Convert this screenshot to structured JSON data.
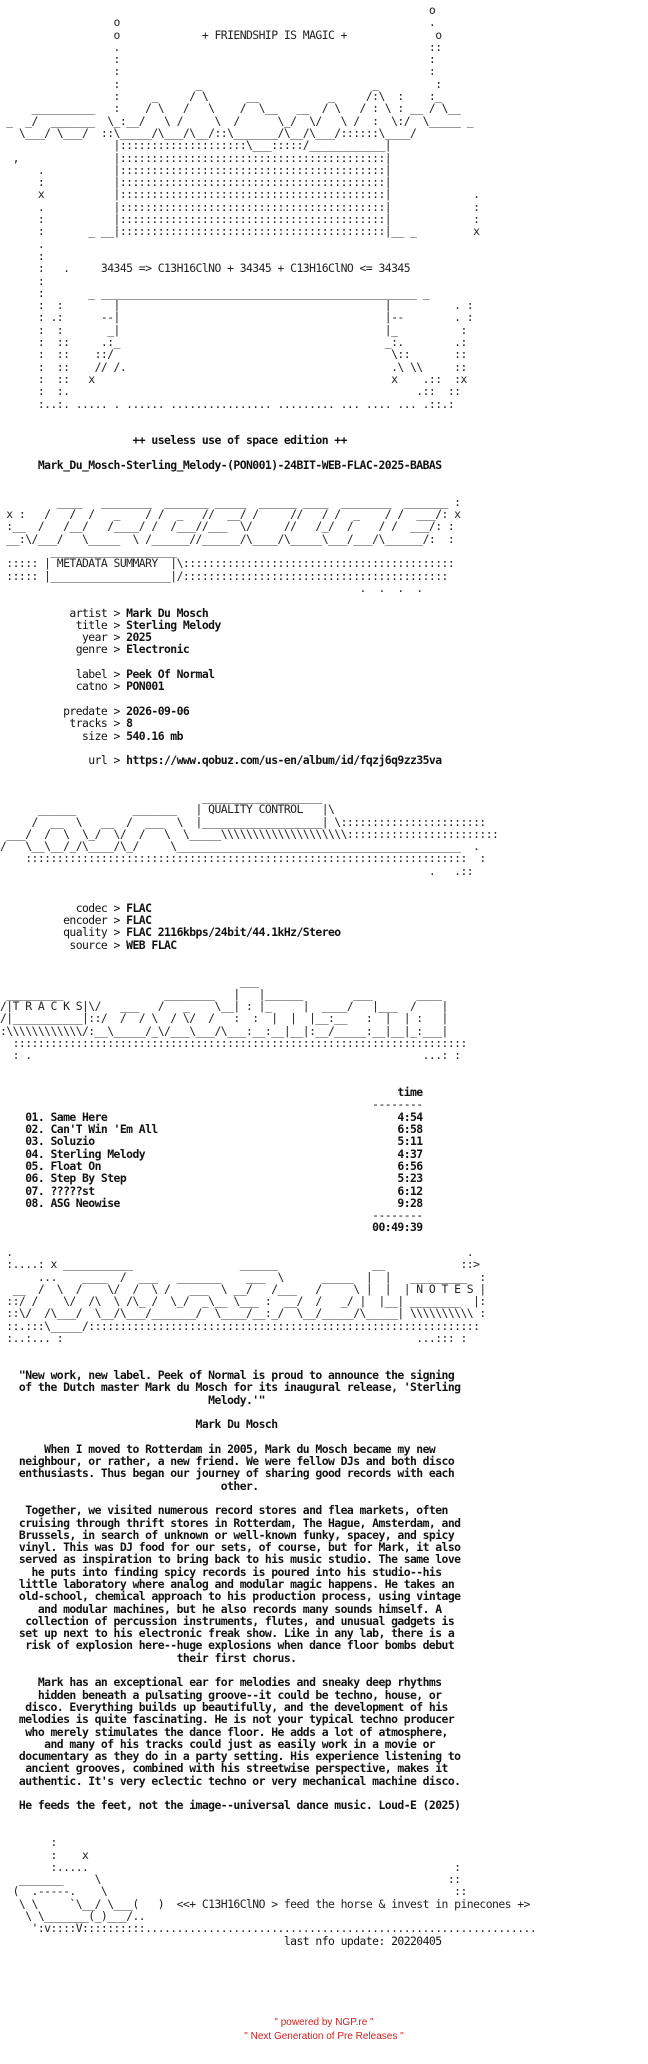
{
  "art": {
    "header": [
      "                                                                    o",
      "                  o                                                 .",
      "                  o             + FRIENDSHIP IS MAGIC +              o",
      "                  .                                                 ::",
      "                  :                                                 :",
      "                  :                                                 :",
      "                  :            _                           _         :",
      "                  :     _     / \\      __           _     /:\\  :    :_",
      "     __________   :    / \\   /   \\    /  \\__   __  / \\   / : \\ : __ / \\__",
      " _  _/  _______  \\_:__/   \\ /     \\  /      \\_/  \\/   \\ /  :  \\:/  \\_____ _",
      "   \\___/ \\___/  ::\\_____/\\___/\\__/::\\_______/\\__/\\___/::::::\\____/",
      "                  |::::::::::::::::::::\\___:::::/____________|",
      "  ,               |::::::::::::::::::::::::::::::::::::::::::|",
      "      .           |::::::::::::::::::::::::::::::::::::::::::|",
      "      :           |::::::::::::::::::::::::::::::::::::::::::|",
      "      x           |::::::::::::::::::::::::::::::::::::::::::|             .",
      "      .           |::::::::::::::::::::::::::::::::::::::::::|             :",
      "      :           |::::::::::::::::::::::::::::::::::::::::::|             :",
      "      :       _ __|::::::::::::::::::::::::::::::::::::::::::|__ _         x",
      "      .",
      "      :",
      "      :   .     34345 => C13H16ClNO + 34345 + C13H16ClNO <= 34345",
      "      :",
      "      :       _ __________________________________________________ _",
      "      :  :        |                                          |          . :",
      "      : .:      --|                                          |--        . :",
      "      :  :       _|                                          |_          :",
      "      :  ::     .:_                                          _:.        .:",
      "      :  ::    ::/                                            \\::       ::",
      "      :  ::    // /.                                          .\\ \\\\     ::",
      "      :  ::   x                                               x    .::  :x",
      "      :  :.                                                       .::  ::",
      "      :..:. ..... . ...... ................ ......... ... .... ... .::.:"
    ],
    "tracks_banner": [
      "                                      ___",
      " _________                ________   |   |______        ___       ____",
      "/|T R A C K S|\\/   ___   /   _    \\__| : |_     |  ____/   |___  /    |",
      "/|___________|::/  /  / \\  / \\/  /   :  :  |  |  |__:__   :  |  | :   |",
      ":\\\\\\\\\\\\\\\\\\\\\\\\/:__\\_____/_\\/___\\___/\\___:__:__|__|:__/_____:__|__|_:___|",
      "  ::::::::::::::::::::::::::::::::::::::::::::::::::::::::::::::::::::::::",
      "  : .                                                              ...: :"
    ],
    "metadata_banner": [
      "         ____   ________  _______ _____  ______ ____  ________  _______ :",
      " x :   /   /  /   _    / /  _   //  __/ /     //   / /  _    / /  ___/: x",
      " :__  /   /__/   /____/ /  /___//___  \\/     //   /_/  /    / /  ___/: :",
      " __:\\/___/   \\_____  \\ /______//______/\\____/\\_____\\___/___/\\______/:  :",
      "        ____________________",
      " ::::: | METADATA SUMMARY  |\\:::::::::::::::::::::::::::::::::::::::::::",
      " ::::: |___________________|/::::::::::::::::::::::::::::::::::::::::::",
      "                                                         .  .  .  ."
    ],
    "quality_banner": [
      "                                ___________________",
      "      ______         _______   | QUALITY CONTROL   |\\",
      "     /  __  \\   __  /  ___  \\  |___________________| \\:::::::::::::::::::::::",
      " ___/  /  \\  \\_/  \\/  /   \\  \\_____\\\\\\\\\\\\\\\\\\\\\\\\\\\\\\\\\\\\\\\\::::::::::::::::::::::::",
      "/   \\__\\__/_/\\____/\\_/     \\_____________________________________________  .",
      "    ::::::::::::::::::::::::::::::::::::::::::::::::::::::::::::::::::::::  :",
      "                                                                    .   .::"
    ],
    "notes_banner": [
      " .                                                                        .",
      " :....: x ___________                 ______               __            ::>",
      "      ...    ____  /  ___   _______    ___  \\      _____  |  |   _________  :",
      "  __  /  \\  /    \\/  /  \\ /   ___  \\ __/   /___   /     \\ |  |  | N O T E S |",
      " ::/ /    \\/  /\\  \\ /\\_ /  \\_/  _\\__ \\___ :  __/  /   _/ |  |__| ________  |:",
      " ::\\/  /\\___/  \\__/\\___/_______/  \\____/__:_/  \\__/_____/\\_____| \\\\\\\\\\\\\\\\\\\\ :",
      " ::.:::\\_____/::::::::::::::::::::::::::::::::::::::::::::::::::::::::::::::",
      " :..:... :                                                        ...::: :"
    ],
    "closer": [
      "        :",
      "        :    x",
      "        :.....                                                          :",
      "   _______     \\                                                       ::",
      "  (  .-----.    \\                                                       ::",
      "   \\ \\     `\\__/ \\___(   )  <<+ C13H16ClNO > feed the horse & invest in pinecones +>",
      "    \\ \\_______(_)___/..",
      "     ':v::::V::::::::::.............................................................."
    ]
  },
  "release": {
    "edition": "++ useless use of space edition ++",
    "name": "Mark_Du_Mosch-Sterling_Melody-(PON001)-24BIT-WEB-FLAC-2025-BABAS"
  },
  "metadata": [
    {
      "key": "artist",
      "value": "Mark Du Mosch"
    },
    {
      "key": "title",
      "value": "Sterling Melody"
    },
    {
      "key": "year",
      "value": "2025"
    },
    {
      "key": "genre",
      "value": "Electronic"
    },
    {
      "key": "",
      "value": ""
    },
    {
      "key": "label",
      "value": "Peek Of Normal"
    },
    {
      "key": "catno",
      "value": "PON001"
    },
    {
      "key": "",
      "value": ""
    },
    {
      "key": "predate",
      "value": "2026-09-06"
    },
    {
      "key": "tracks",
      "value": "8"
    },
    {
      "key": "size",
      "value": "540.16 mb"
    },
    {
      "key": "",
      "value": ""
    },
    {
      "key": "url",
      "value": "https://www.qobuz.com/us-en/album/id/fqzj6q9zz35va"
    }
  ],
  "quality": [
    {
      "key": "codec",
      "value": "FLAC"
    },
    {
      "key": "encoder",
      "value": "FLAC"
    },
    {
      "key": "quality",
      "value": "FLAC 2116kbps/24bit/44.1kHz/Stereo"
    },
    {
      "key": "source",
      "value": "WEB FLAC"
    }
  ],
  "tracklist": {
    "time_header": "time",
    "rule": "--------",
    "tracks": [
      {
        "num": "01.",
        "title": "Same Here",
        "time": "4:54"
      },
      {
        "num": "02.",
        "title": "Can'T Win 'Em All",
        "time": "6:58"
      },
      {
        "num": "03.",
        "title": "Soluzio",
        "time": "5:11"
      },
      {
        "num": "04.",
        "title": "Sterling Melody",
        "time": "4:37"
      },
      {
        "num": "05.",
        "title": "Float On",
        "time": "6:56"
      },
      {
        "num": "06.",
        "title": "Step By Step",
        "time": "5:23"
      },
      {
        "num": "07.",
        "title": "?????st",
        "time": "6:12"
      },
      {
        "num": "08.",
        "title": "ASG Neowise",
        "time": "9:28"
      }
    ],
    "total": "00:49:39"
  },
  "notes": {
    "paragraphs": [
      [
        "\"New work, new label. Peek of Normal is proud to announce the signing",
        "of the Dutch master Mark du Mosch for its inaugural release, 'Sterling",
        "Melody.'\""
      ],
      [
        "Mark Du Mosch"
      ],
      [
        "When I moved to Rotterdam in 2005, Mark du Mosch became my new",
        "neighbour, or rather, a new friend. We were fellow DJs and both disco",
        "enthusiasts. Thus began our journey of sharing good records with each",
        "other."
      ],
      [
        "Together, we visited numerous record stores and flea markets, often",
        "cruising through thrift stores in Rotterdam, The Hague, Amsterdam, and",
        "Brussels, in search of unknown or well-known funky, spacey, and spicy",
        "vinyl. This was DJ food for our sets, of course, but for Mark, it also",
        "served as inspiration to bring back to his music studio. The same love",
        "he puts into finding spicy records is poured into his studio--his",
        "little laboratory where analog and modular magic happens. He takes an",
        "old-school, chemical approach to his production process, using vintage",
        "and modular machines, but he also records many sounds himself. A",
        "collection of percussion instruments, flutes, and unusual gadgets is",
        "set up next to his electronic freak show. Like in any lab, there is a",
        "risk of explosion here--huge explosions when dance floor bombs debut",
        "their first chorus."
      ],
      [
        "Mark has an exceptional ear for melodies and sneaky deep rhythms",
        "hidden beneath a pulsating groove--it could be techno, house, or",
        "disco. Everything builds up beautifully, and the development of his",
        "melodies is quite fascinating. He is not your typical techno producer",
        "who merely stimulates the dance floor. He adds a lot of atmosphere,",
        "and many of his tracks could just as easily work in a movie or",
        "documentary as they do in a party setting. His experience listening to",
        "ancient grooves, combined with his streetwise perspective, makes it",
        "authentic. It's very eclectic techno or very mechanical machine disco."
      ],
      [
        "He feeds the feet, not the image--universal dance music. Loud-E (2025)"
      ]
    ]
  },
  "last_update": "last nfo update: 20220405",
  "footer": {
    "line1": "\" powered by NGP.re \"",
    "line2": "\" Next Generation of Pre Releases \""
  }
}
